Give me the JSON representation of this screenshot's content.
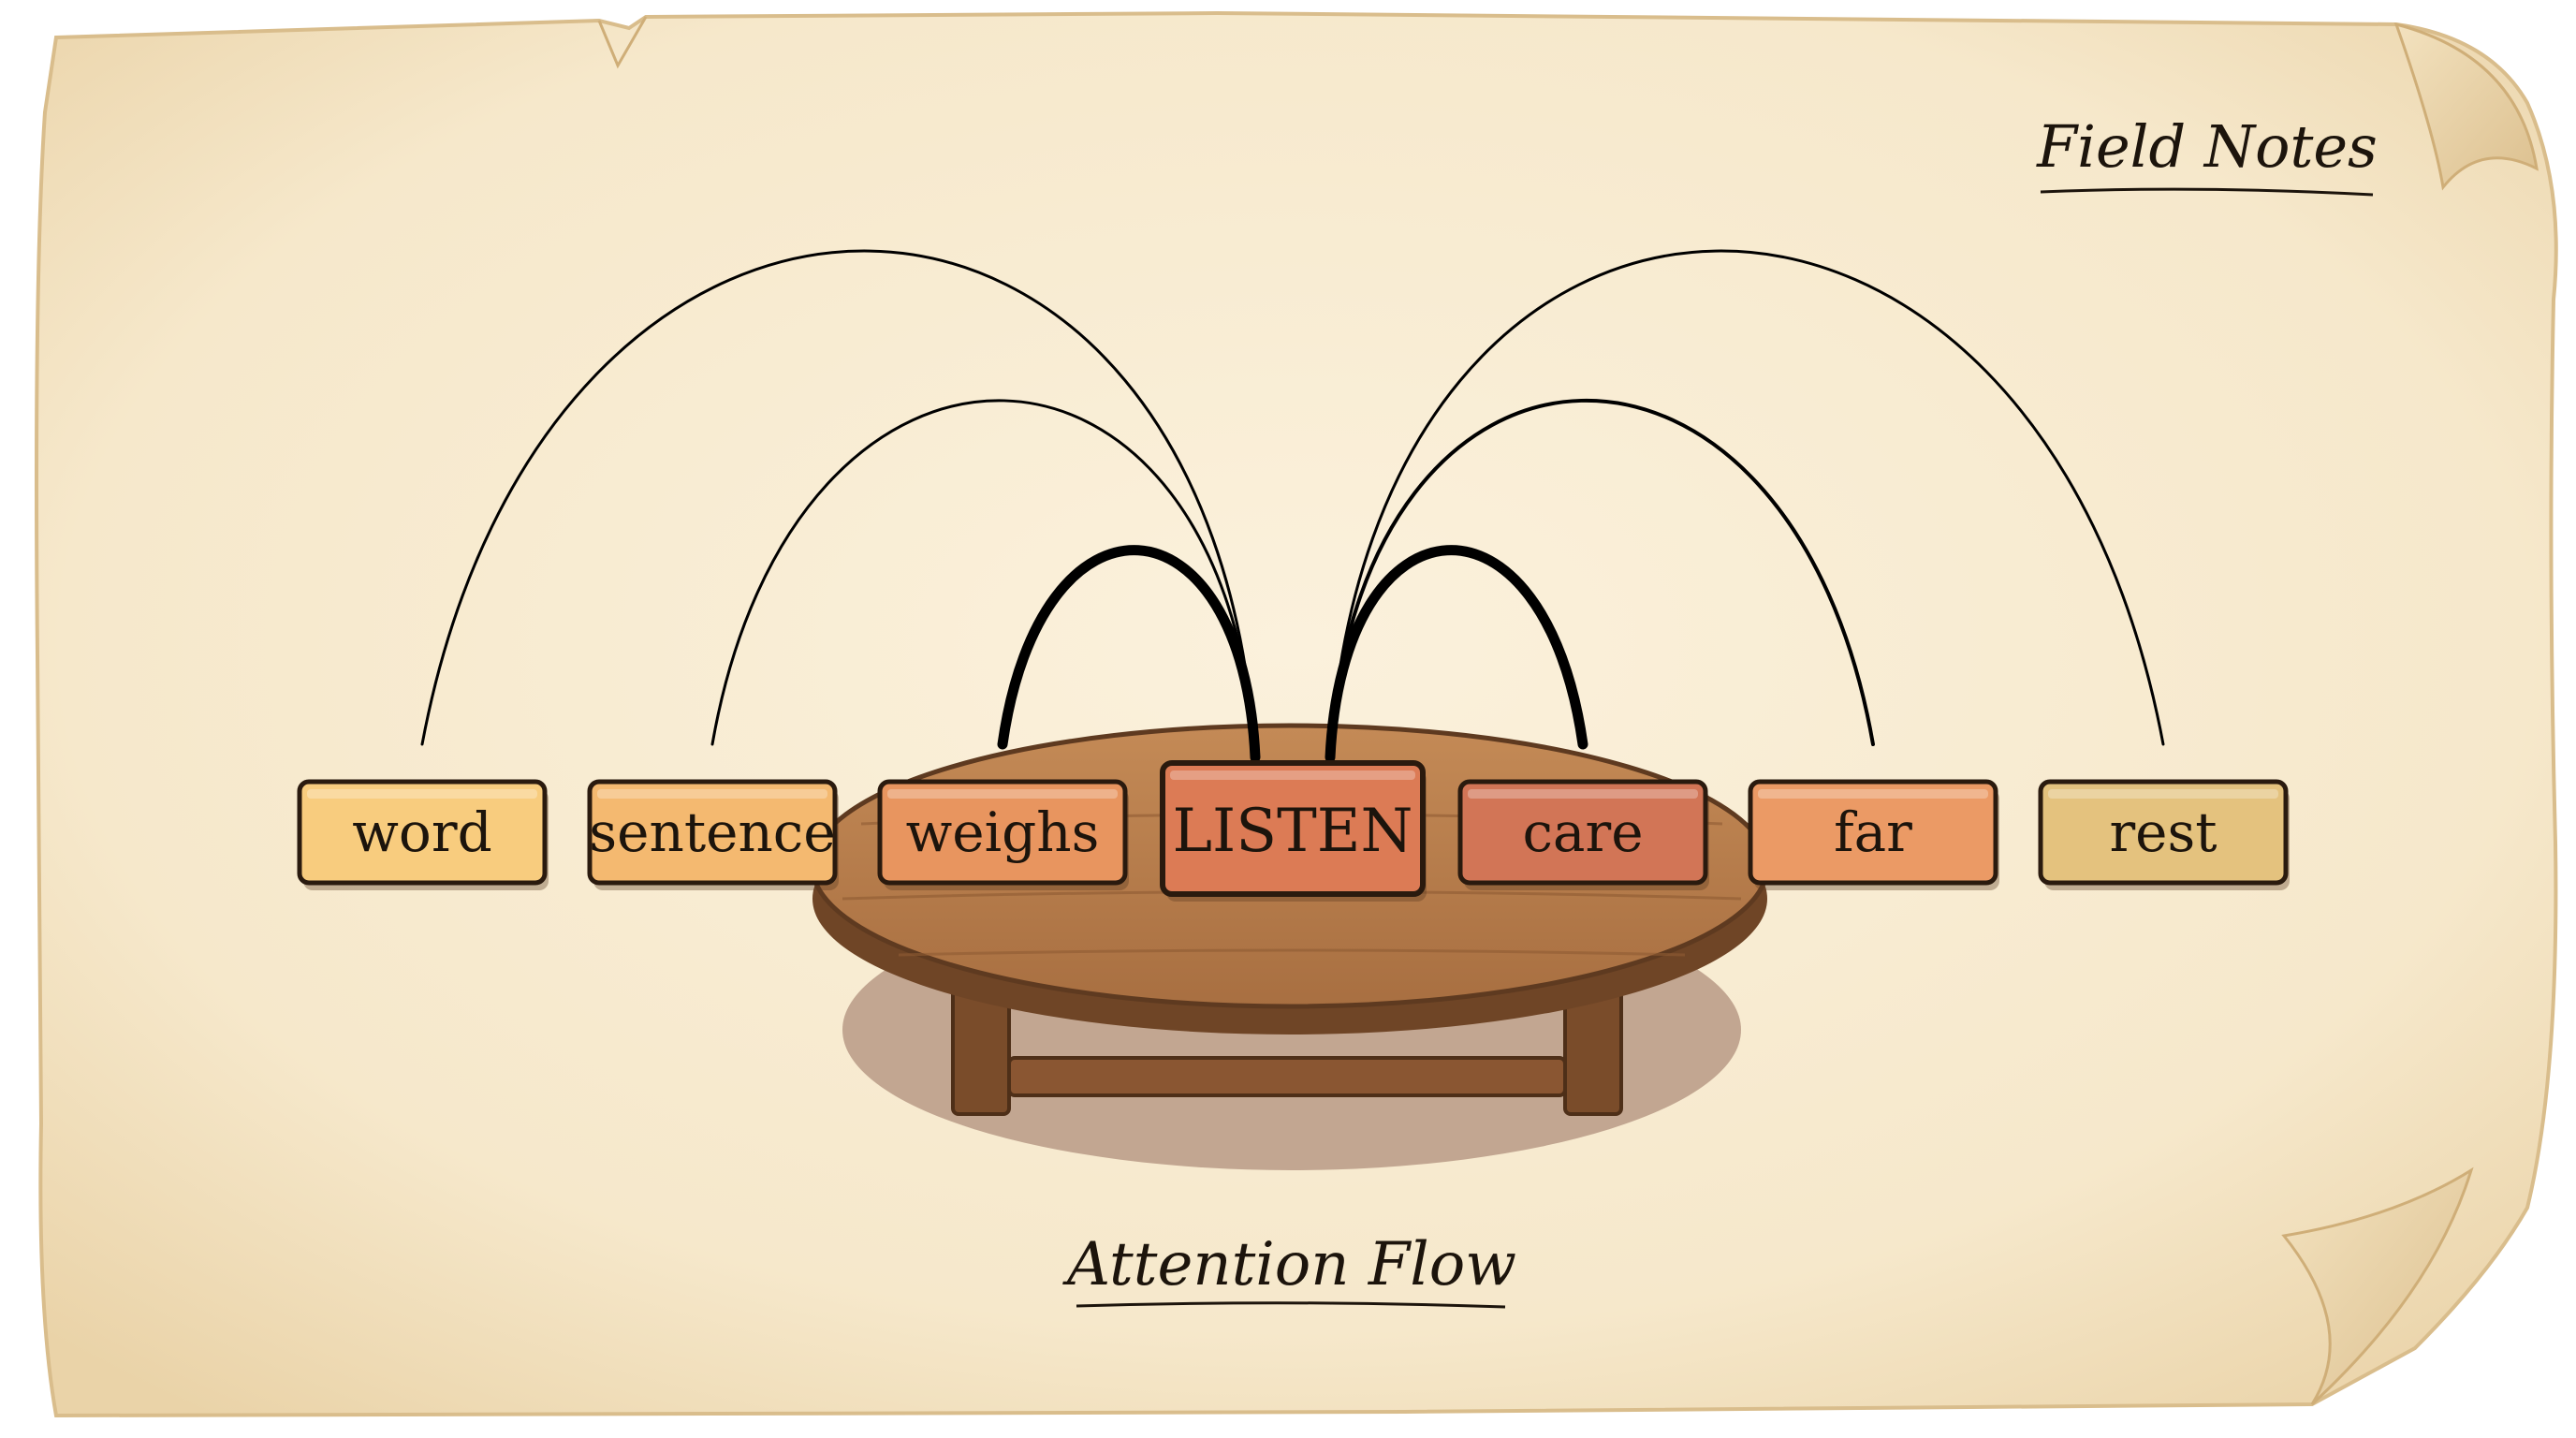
{
  "corner_note": "Field Notes",
  "caption": "Attention Flow",
  "focus_token": "LISTEN",
  "tokens": [
    {
      "text": "word",
      "fill": "#f8cc7e"
    },
    {
      "text": "sentence",
      "fill": "#f4b970"
    },
    {
      "text": "weighs",
      "fill": "#e8955f"
    },
    {
      "text": "LISTEN",
      "fill": "#dc7b55"
    },
    {
      "text": "care",
      "fill": "#d27556"
    },
    {
      "text": "far",
      "fill": "#eb9a65"
    },
    {
      "text": "rest",
      "fill": "#e4c27e"
    }
  ],
  "attention_links": [
    {
      "from": "LISTEN",
      "to": "word",
      "strength": "weak"
    },
    {
      "from": "LISTEN",
      "to": "sentence",
      "strength": "weak"
    },
    {
      "from": "LISTEN",
      "to": "weighs",
      "strength": "strong"
    },
    {
      "from": "LISTEN",
      "to": "care",
      "strength": "strong"
    },
    {
      "from": "LISTEN",
      "to": "far",
      "strength": "medium"
    },
    {
      "from": "LISTEN",
      "to": "rest",
      "strength": "weak"
    }
  ],
  "colors": {
    "parchment": "#f7ead0",
    "parchment_edge": "#e7d1a7",
    "table_top": "#b27a4a",
    "table_dark": "#6f4526",
    "shadow": "#b99a86",
    "ink": "#1c140c"
  }
}
